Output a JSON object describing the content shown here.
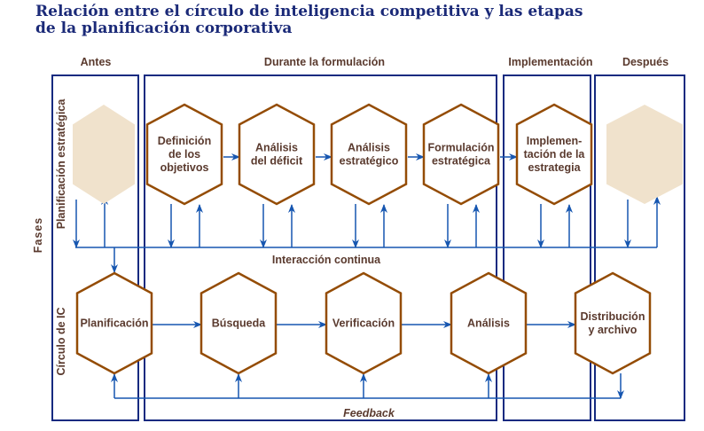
{
  "title": [
    "Relación entre el círculo de inteligencia competitiva y las etapas",
    "de la planificación corporativa"
  ],
  "columns": [
    "Antes",
    "Durante la formulación",
    "Implementación",
    "Después"
  ],
  "row_labels": {
    "axis": "Fases",
    "top": "Planificación estratégica",
    "bottom": "Círculo de IC"
  },
  "strategic_steps": [
    [
      "Definición",
      "de los",
      "objetivos"
    ],
    [
      "Análisis",
      "del déficit"
    ],
    [
      "Análisis",
      "estratégico"
    ],
    [
      "Formulación",
      "estratégica"
    ],
    [
      "Implemen-",
      "tación de la",
      "estrategia"
    ]
  ],
  "ic_steps": [
    [
      "Planificación"
    ],
    [
      "Búsqueda"
    ],
    [
      "Verificación"
    ],
    [
      "Análisis"
    ],
    [
      "Distribución",
      "y archivo"
    ]
  ],
  "interaction_label": "Interacción continua",
  "feedback_label": "Feedback",
  "colors": {
    "title": "#1b2a78",
    "hex_border": "#944c05",
    "arrow": "#1656b0",
    "box": "#142a80",
    "faded": "#f0e2cc"
  }
}
